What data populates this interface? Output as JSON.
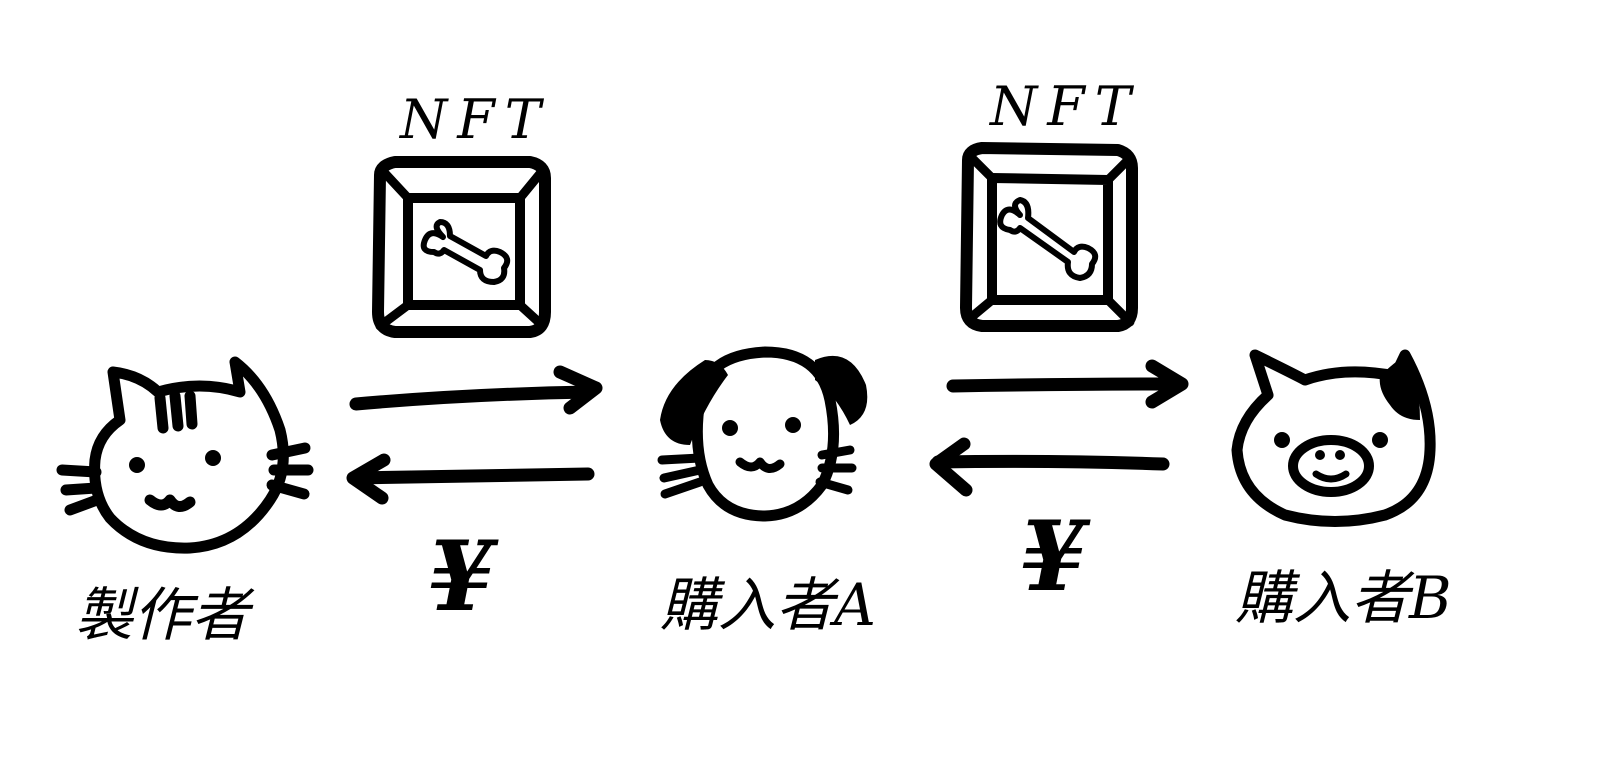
{
  "colors": {
    "background": "#ffffff",
    "ink": "#000000"
  },
  "participants": [
    {
      "label": "製作者",
      "icon": "cat-face-icon"
    },
    {
      "label": "購入者A",
      "icon": "dog-face-icon"
    },
    {
      "label": "購入者B",
      "icon": "spotted-cat-face-icon"
    }
  ],
  "transfers": [
    {
      "item_label": "NFT",
      "item_icon": "framed-bone-icon",
      "payment_label": "¥"
    },
    {
      "item_label": "NFT",
      "item_icon": "framed-bone-icon",
      "payment_label": "¥"
    }
  ]
}
